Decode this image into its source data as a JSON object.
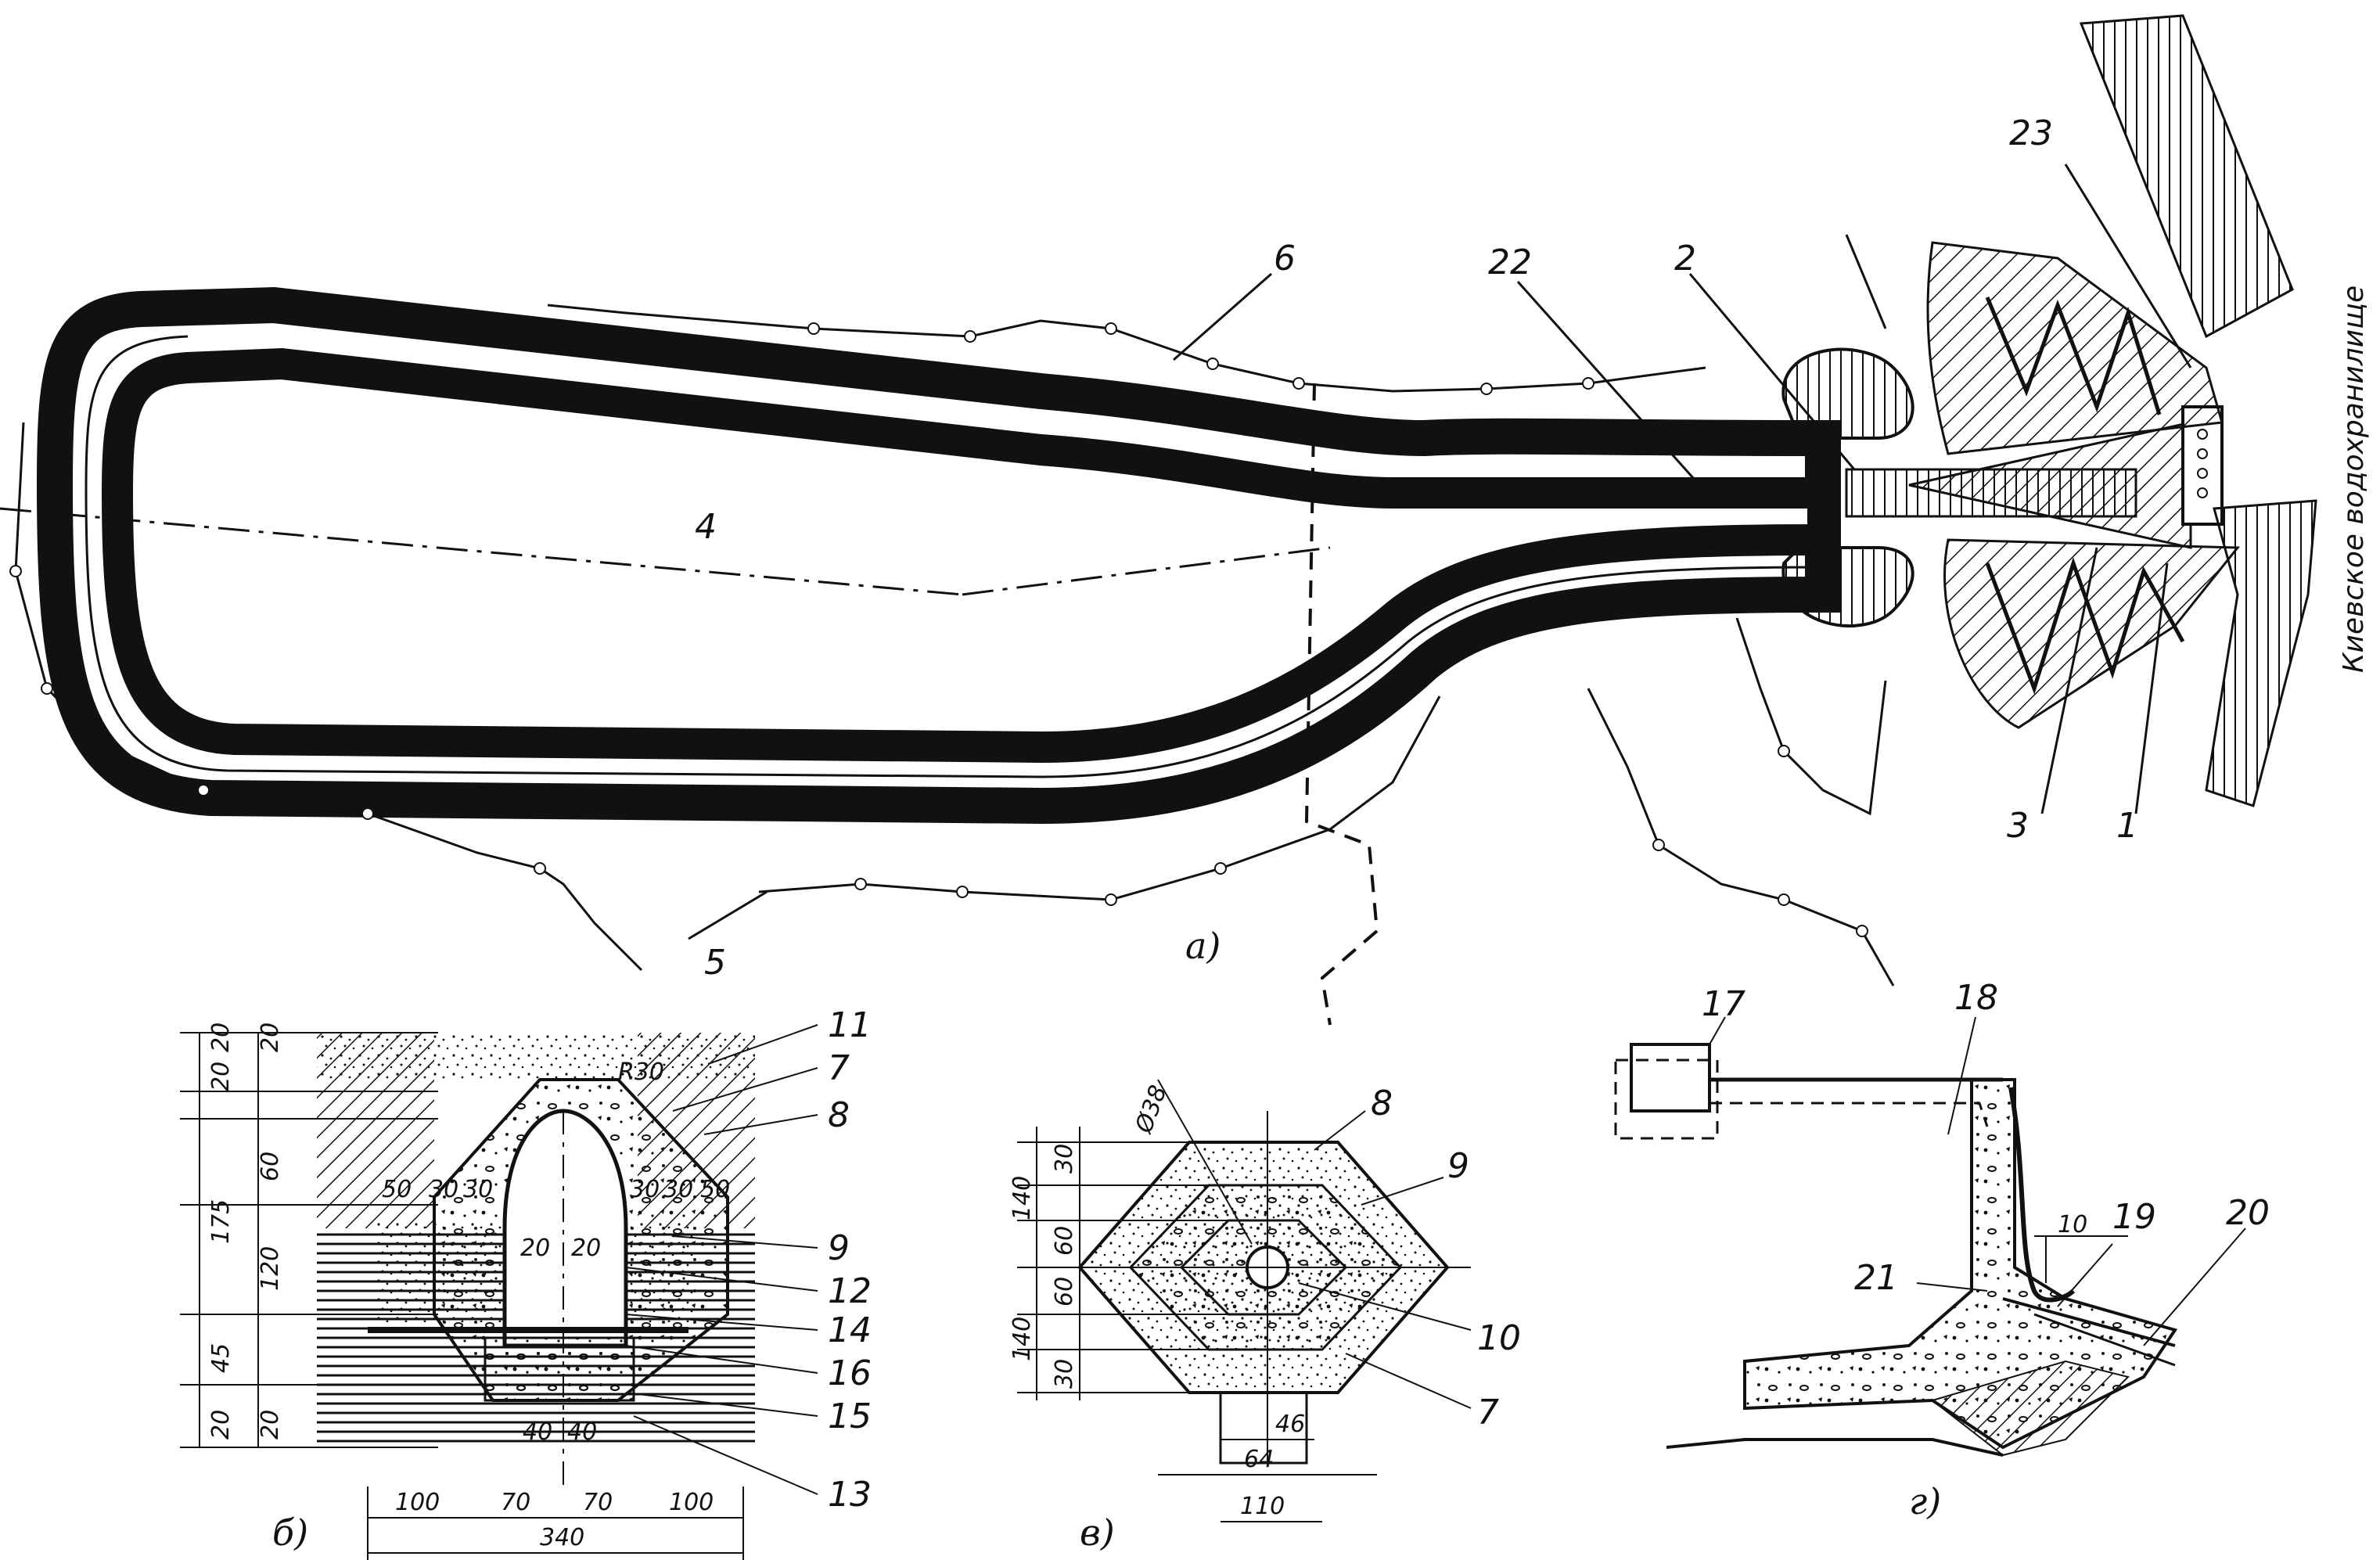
{
  "diagram": {
    "parts": {
      "a": "а)",
      "b": "б)",
      "v": "в)",
      "g": "г)"
    },
    "callouts": {
      "c1": "1",
      "c2": "2",
      "c3": "3",
      "c4": "4",
      "c5": "5",
      "c6": "6",
      "c7": "7",
      "c8": "8",
      "c9": "9",
      "c10": "10",
      "c11": "11",
      "c12": "12",
      "c13": "13",
      "c14": "14",
      "c15": "15",
      "c16": "16",
      "c17": "17",
      "c18": "18",
      "c19": "19",
      "c20": "20",
      "c21": "21",
      "c22": "22",
      "c23": "23"
    },
    "reservoir_label": "Киевское водохранилище",
    "section_b": {
      "left_dims": [
        "20",
        "20",
        "20",
        "60",
        "175",
        "120",
        "45",
        "20",
        "20"
      ],
      "top_dims": [
        "50",
        "30",
        "30",
        "30",
        "30",
        "50"
      ],
      "inner_dims": [
        "20",
        "20"
      ],
      "radius": "R30",
      "bottom_inner": [
        "40",
        "40"
      ],
      "bottom_outer": [
        "100",
        "70",
        "70",
        "100"
      ],
      "total": "340"
    },
    "section_v": {
      "diameter": "Ø38",
      "left_dims": [
        "140",
        "30",
        "60",
        "60",
        "140",
        "30"
      ],
      "bottom_dims": [
        "46",
        "64",
        "110"
      ]
    },
    "section_g": {
      "dim": "10"
    }
  }
}
